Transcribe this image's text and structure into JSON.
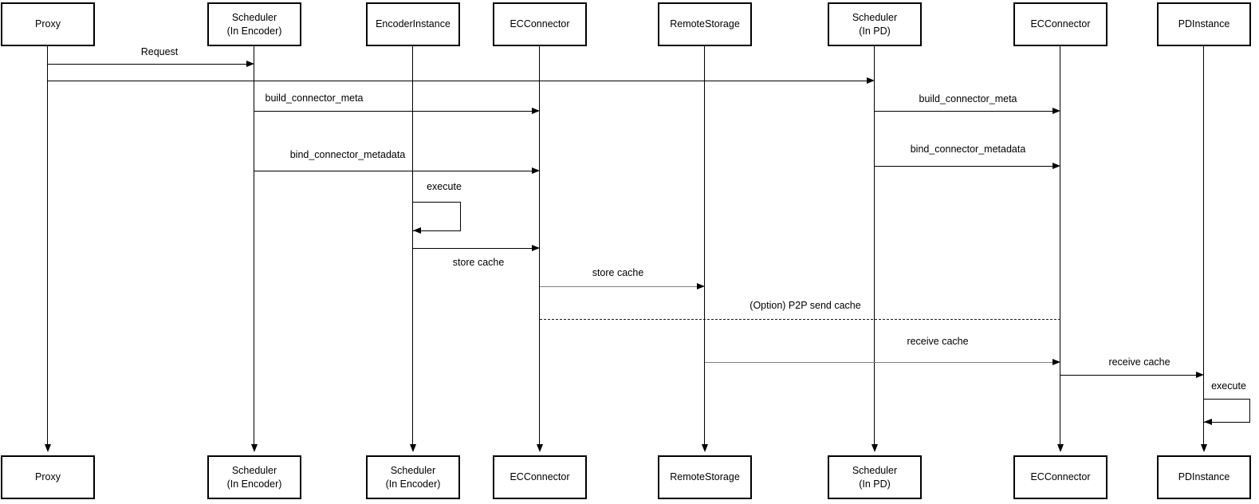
{
  "diagram": {
    "type": "uml-sequence",
    "background": "#ffffff",
    "colors": {
      "line": "#000000",
      "secondary_line": "#808080",
      "box_border": "#000000",
      "box_fill": "#ffffff",
      "text": "#000000"
    },
    "participants": {
      "top": [
        "Proxy",
        "Scheduler\n(In Encoder)",
        "EncoderInstance",
        "ECConnector",
        "RemoteStorage",
        "Scheduler\n(In PD)",
        "ECConnector",
        "PDInstance"
      ],
      "bottom": [
        "Proxy",
        "Scheduler\n(In Encoder)",
        "Scheduler\n(In Encoder)",
        "ECConnector",
        "RemoteStorage",
        "Scheduler\n(In PD)",
        "ECConnector",
        "PDInstance"
      ]
    },
    "messages": [
      {
        "label": "Request",
        "from": "Proxy",
        "to": "Scheduler (In Encoder)",
        "style": "solid"
      },
      {
        "label": "",
        "from": "Proxy",
        "to": "Scheduler (In PD)",
        "style": "solid"
      },
      {
        "label": "build_connector_meta",
        "from": "Scheduler (In Encoder)",
        "to": "ECConnector",
        "style": "solid"
      },
      {
        "label": "build_connector_meta",
        "from": "Scheduler (In PD)",
        "to": "ECConnector",
        "style": "solid"
      },
      {
        "label": "bind_connector_metadata",
        "from": "Scheduler (In Encoder)",
        "to": "ECConnector",
        "style": "solid"
      },
      {
        "label": "bind_connector_metadata",
        "from": "Scheduler (In PD)",
        "to": "ECConnector",
        "style": "solid"
      },
      {
        "label": "execute",
        "from": "EncoderInstance",
        "to": "EncoderInstance",
        "style": "self"
      },
      {
        "label": "store cache",
        "from": "EncoderInstance",
        "to": "ECConnector",
        "style": "solid"
      },
      {
        "label": "store cache",
        "from": "ECConnector",
        "to": "RemoteStorage",
        "style": "solid-gray"
      },
      {
        "label": "(Option) P2P send cache",
        "from": "ECConnector",
        "to": "ECConnector",
        "style": "dashed"
      },
      {
        "label": "receive cache",
        "from": "RemoteStorage",
        "to": "ECConnector",
        "style": "solid-gray"
      },
      {
        "label": "receive cache",
        "from": "ECConnector",
        "to": "PDInstance",
        "style": "solid"
      },
      {
        "label": "execute",
        "from": "PDInstance",
        "to": "PDInstance",
        "style": "self"
      }
    ]
  }
}
